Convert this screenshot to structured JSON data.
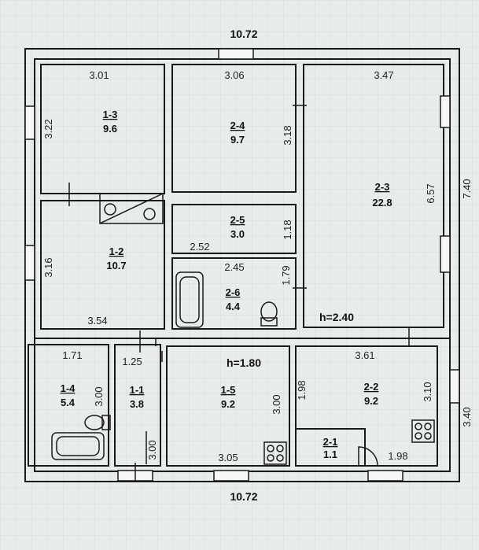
{
  "overall": {
    "top_width": "10.72",
    "bottom_width": "10.72",
    "right_height_upper": "7.40",
    "right_height_lower": "3.40"
  },
  "heights": {
    "main": "h=2.40",
    "annex": "h=1.80"
  },
  "rooms": {
    "r13": {
      "id": "1-3",
      "area": "9.6",
      "width": "3.01",
      "height": "3.22"
    },
    "r24": {
      "id": "2-4",
      "area": "9.7",
      "width": "3.06",
      "height": "3.18"
    },
    "r23": {
      "id": "2-3",
      "area": "22.8",
      "width": "3.47",
      "height": "6.57"
    },
    "r25": {
      "id": "2-5",
      "area": "3.0",
      "width": "2.52",
      "height": "1.18"
    },
    "r12": {
      "id": "1-2",
      "area": "10.7",
      "width": "3.54",
      "height": "3.16"
    },
    "r26": {
      "id": "2-6",
      "area": "4.4",
      "width": "2.45",
      "height": "1.79"
    },
    "r14": {
      "id": "1-4",
      "area": "5.4",
      "width": "1.71",
      "height": "3.00"
    },
    "r11": {
      "id": "1-1",
      "area": "3.8",
      "width": "1.25",
      "height": "3.00"
    },
    "r15": {
      "id": "1-5",
      "area": "9.2",
      "width": "3.05",
      "height": "3.00"
    },
    "r22": {
      "id": "2-2",
      "area": "9.2",
      "width": "3.61",
      "height": "3.10",
      "height_left": "1.98"
    },
    "r21": {
      "id": "2-1",
      "area": "1.1",
      "width": "1.98"
    }
  },
  "icons": [
    "bathtub-icon",
    "toilet-icon",
    "stove-icon",
    "boiler-icon",
    "door-swing-icon",
    "window-icon"
  ]
}
